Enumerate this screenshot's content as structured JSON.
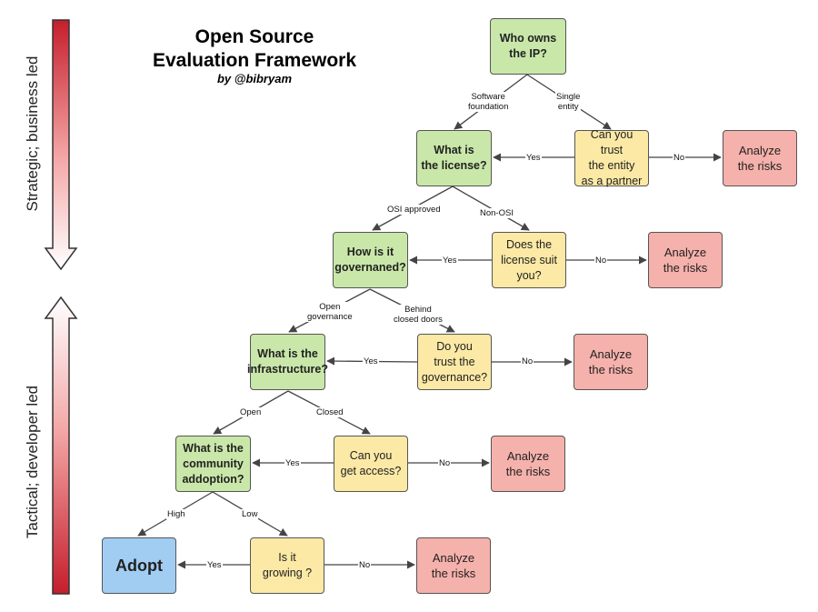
{
  "title": {
    "line1": "Open Source",
    "line2": "Evaluation Framework",
    "author": "by @bibryam"
  },
  "side_labels": {
    "top": "Strategic; business led",
    "bottom": "Tactical; developer led"
  },
  "colors": {
    "question": "#c9e7a9",
    "check": "#fbe9a5",
    "risk": "#f5b1ab",
    "adopt": "#a2cdf3",
    "arrow_dark": "#c51e2c"
  },
  "nodes": {
    "who_owns": "Who owns\nthe IP?",
    "what_license": "What is\nthe license?",
    "trust_entity": "Can you trust\nthe entity\nas a partner",
    "risk1": "Analyze\nthe risks",
    "how_governed": "How is it\ngovernaned?",
    "license_suit": "Does the\nlicense suit\nyou?",
    "risk2": "Analyze\nthe risks",
    "what_infra": "What is the\ninfrastructure?",
    "trust_gov": "Do you\ntrust the\ngovernance?",
    "risk3": "Analyze\nthe risks",
    "community": "What is the\ncommunity\naddoption?",
    "get_access": "Can you\nget access?",
    "risk4": "Analyze\nthe risks",
    "adopt": "Adopt",
    "growing": "Is it\ngrowing ?",
    "risk5": "Analyze\nthe risks"
  },
  "edges": {
    "software_foundation": "Software\nfoundation",
    "single_entity": "Single\nentity",
    "yes1": "Yes",
    "no1": "No",
    "osi_approved": "OSI approved",
    "non_osi": "Non-OSI",
    "yes2": "Yes",
    "no2": "No",
    "open_governance": "Open\ngovernance",
    "behind_closed_doors": "Behind\nclosed doors",
    "yes3": "Yes",
    "no3": "No",
    "open": "Open",
    "closed": "Closed",
    "yes4": "Yes",
    "no4": "No",
    "high": "High",
    "low": "Low",
    "yes5": "Yes",
    "no5": "No"
  }
}
